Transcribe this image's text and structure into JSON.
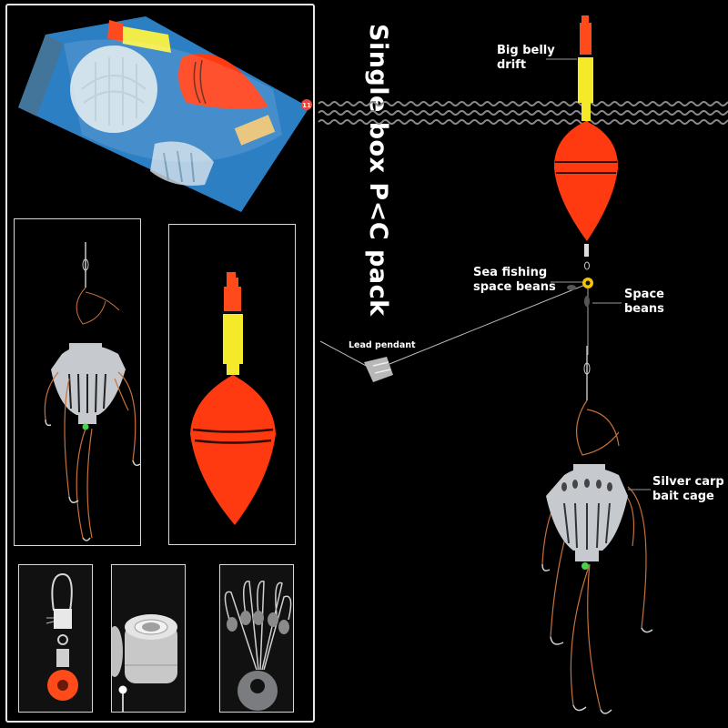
{
  "title": "Single box P<C pack",
  "labels": {
    "big_belly_drift": [
      "Big belly",
      "drift"
    ],
    "sea_fishing_space_beans": [
      "Sea fishing",
      "space beans"
    ],
    "space_beans": [
      "Space",
      "beans"
    ],
    "lead_pendant": "Lead pendant",
    "silver_carp_bait_cage": [
      "Silver carp",
      "bait cage"
    ]
  },
  "package": {
    "badge_number": "11"
  },
  "colors": {
    "float_orange": "#ff3a10",
    "float_yellow": "#f5ea2a",
    "package_blue": "#2d7fc4",
    "line_copper": "#c8703a",
    "bead_green": "#46d24a",
    "bead_yellow": "#f2c40a"
  },
  "panels": [
    {
      "name": "package-photo"
    },
    {
      "name": "bait-cage-photo"
    },
    {
      "name": "float-photo"
    },
    {
      "name": "swivel-connector-photo"
    },
    {
      "name": "lead-sinker-photo"
    },
    {
      "name": "space-beans-photo"
    }
  ]
}
